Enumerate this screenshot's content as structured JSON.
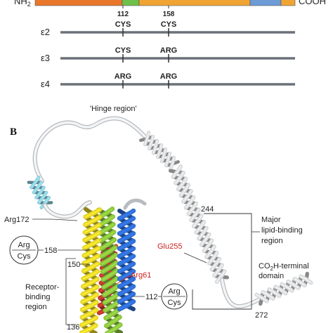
{
  "panel_a": {
    "n_terminus": "NH",
    "n_terminus_sub": "2",
    "c_terminus": "COOH",
    "positions": [
      "112",
      "158"
    ],
    "domain_colors": [
      "#e8762b",
      "#6ec04a",
      "#f0a434",
      "#6c9bd6",
      "#f0a434"
    ],
    "alleles": [
      {
        "name": "ε2",
        "res112": "CYS",
        "res158": "CYS"
      },
      {
        "name": "ε3",
        "res112": "CYS",
        "res158": "ARG"
      },
      {
        "name": "ε4",
        "res112": "ARG",
        "res158": "ARG"
      }
    ]
  },
  "panel_b": {
    "letter": "B",
    "hinge": "'Hinge region'",
    "arg172": "Arg172",
    "arg_cys_left": {
      "top": "Arg",
      "bottom": "Cys"
    },
    "arg_cys_right": {
      "top": "Arg",
      "bottom": "Cys"
    },
    "res158": "158",
    "res150": "150",
    "res136": "136",
    "res112": "112",
    "receptor_binding": [
      "Receptor-",
      "binding",
      "region"
    ],
    "arg61": "Arg61",
    "res244": "244",
    "major_lipid": [
      "Major",
      "lipid-binding",
      "region"
    ],
    "glu255": "Glu255",
    "cterm_domain_a": "CO",
    "cterm_domain_sub": "2",
    "cterm_domain_b": "H-terminal",
    "cterm_domain_c": "domain",
    "res272": "272",
    "helix_colors": {
      "yellow": "#e6d62a",
      "green": "#8cc63f",
      "red": "#c0392b",
      "blue": "#2f6fd6",
      "cyan": "#8fd0de",
      "grey": "#d8dadc"
    }
  }
}
